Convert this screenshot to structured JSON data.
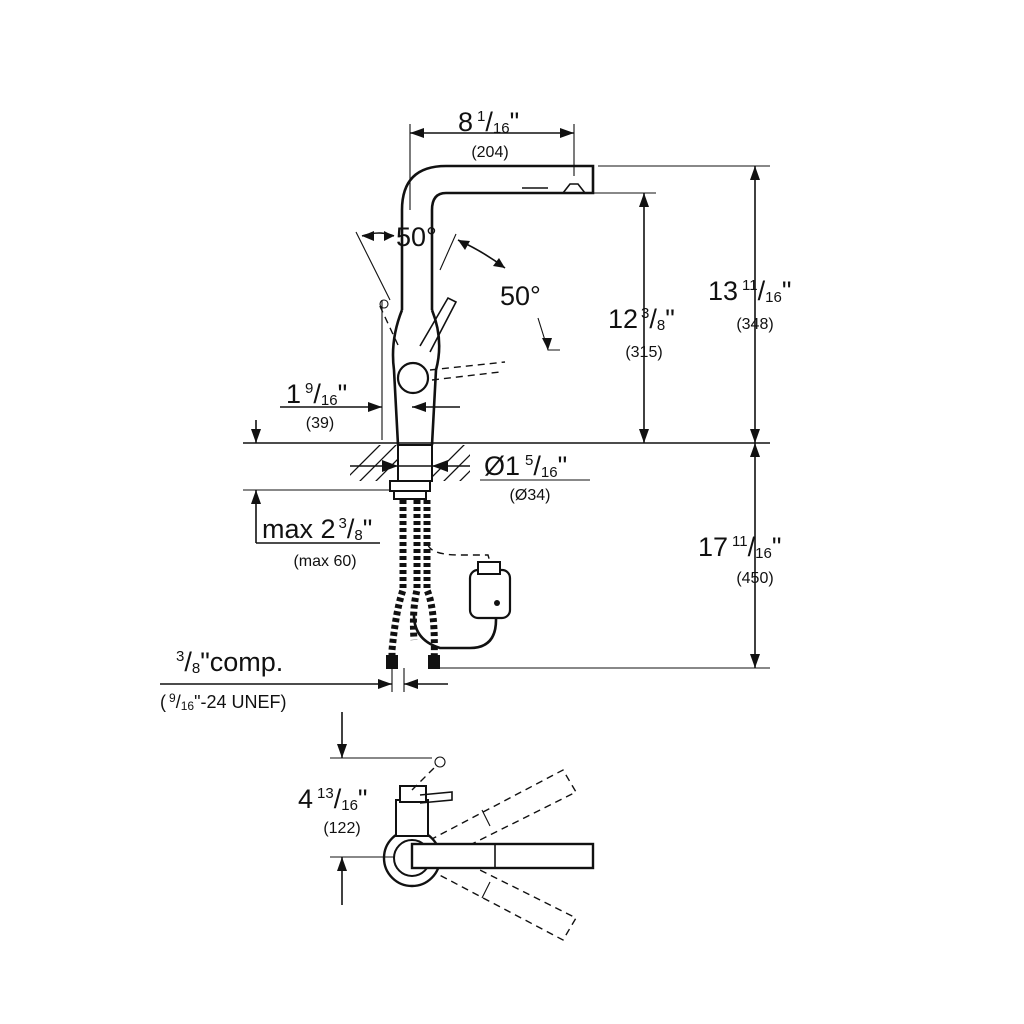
{
  "dims": {
    "spout_reach": {
      "whole": "8",
      "num": "1",
      "den": "16",
      "mm": "(204)"
    },
    "height_total": {
      "whole": "13",
      "num": "11",
      "den": "16",
      "mm": "(348)"
    },
    "height_outlet": {
      "whole": "12",
      "num": "3",
      "den": "8",
      "mm": "(315)"
    },
    "angle_left": "50°",
    "angle_right": "50°",
    "body_offset": {
      "whole": "1",
      "num": "9",
      "den": "16",
      "mm": "(39)"
    },
    "hole_diameter": {
      "prefix": "Ø1",
      "num": "5",
      "den": "16",
      "mm": "(Ø34)"
    },
    "deck_thickness": {
      "prefix": "max 2",
      "num": "3",
      "den": "8",
      "mm": "(max 60)"
    },
    "below_deck": {
      "whole": "17",
      "num": "11",
      "den": "16",
      "mm": "(450)"
    },
    "connection": {
      "num": "3",
      "tail": "\"comp.",
      "thread_open": "(",
      "thread_num": "9",
      "thread_den": "16",
      "thread_tail": "\"-24 UNEF)"
    },
    "top_view_depth": {
      "whole": "4",
      "num": "13",
      "den": "16",
      "mm": "(122)"
    }
  }
}
